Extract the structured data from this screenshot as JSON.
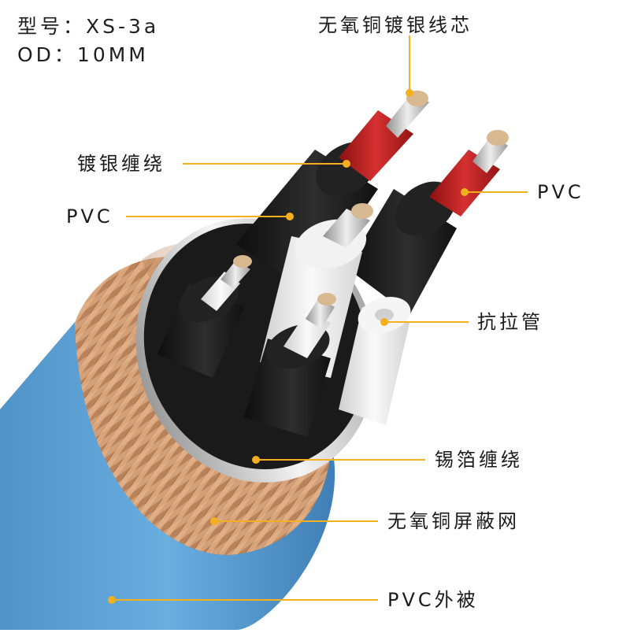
{
  "specs": {
    "model": "型号：XS-3a",
    "od": "OD：10MM"
  },
  "labels": {
    "conductor": "无氧铜镀银线芯",
    "silver_wrap": "镀银缠绕",
    "pvc_left": "PVC",
    "pvc_right": "PVC",
    "tensile_tube": "抗拉管",
    "tin_foil": "锡箔缠绕",
    "copper_shield": "无氧铜屏蔽网",
    "outer_jacket": "PVC外被"
  },
  "colors": {
    "leader": "#f2b01e",
    "jacket": "#5a9ed0",
    "braid": "#c9946a",
    "foil": "#dcdcdc",
    "black_insulation": "#1c1c1c",
    "white_insulation": "#ececec",
    "red_insulation": "#b31d1d",
    "strand": "#c8c8c8"
  }
}
